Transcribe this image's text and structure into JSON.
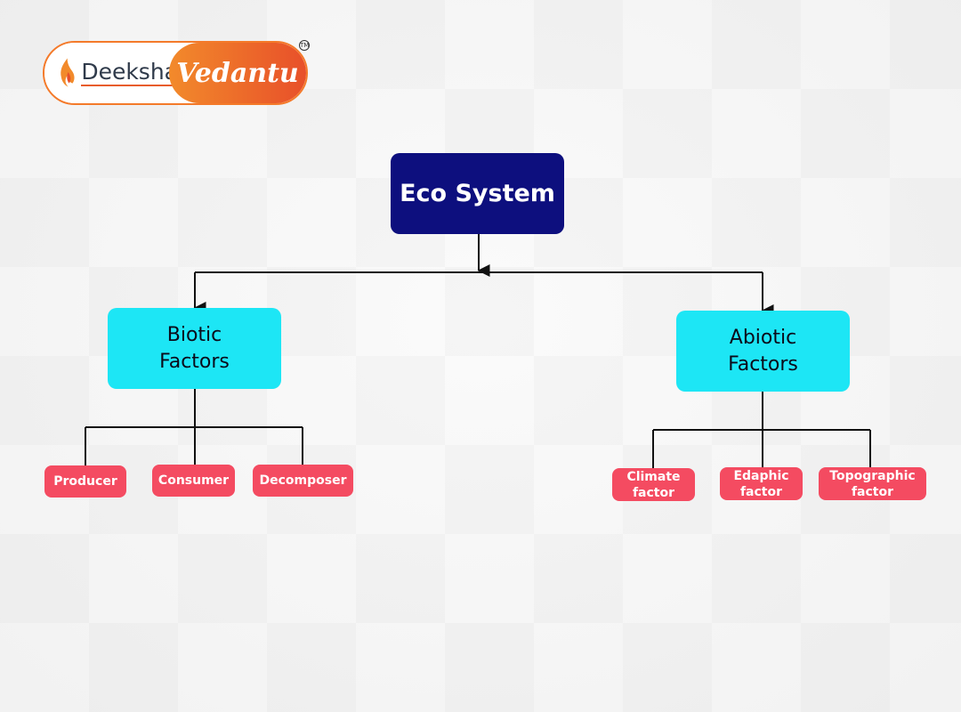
{
  "logo": {
    "brand_left": "Deeksha",
    "brand_right": "Vedantu",
    "trademark": "TM",
    "colors": {
      "accent_orange": "#f47a2a",
      "accent_red": "#e8502a"
    }
  },
  "diagram": {
    "root": {
      "label": "Eco System",
      "color": "#0d0f7e"
    },
    "categories": [
      {
        "label": "Biotic\nFactors",
        "color": "#1de6f5",
        "children": [
          "Producer",
          "Consumer",
          "Decomposer"
        ]
      },
      {
        "label": "Abiotic\nFactors",
        "color": "#1de6f5",
        "children": [
          "Climate\nfactor",
          "Edaphic\nfactor",
          "Topographic\nfactor"
        ]
      }
    ],
    "leaf_color": "#f44b61",
    "connector_color": "#111111"
  }
}
